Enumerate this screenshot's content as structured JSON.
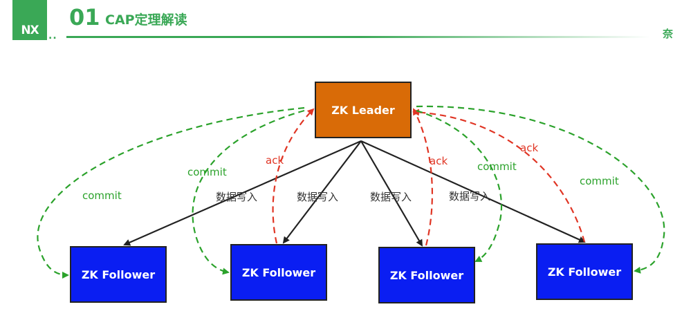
{
  "header": {
    "logo_text": "NX",
    "logo_dots": "..",
    "section_number": "01",
    "section_title": "CAP定理解读",
    "corner_char": "奈"
  },
  "diagram": {
    "leader": {
      "label": "ZK Leader"
    },
    "followers": [
      {
        "label": "ZK Follower"
      },
      {
        "label": "ZK Follower"
      },
      {
        "label": "ZK Follower"
      },
      {
        "label": "ZK Follower"
      }
    ],
    "write_label": "数据写入",
    "ack_label": "ack",
    "commit_label": "commit",
    "colors": {
      "leader_fill": "#d96b07",
      "follower_fill": "#0a1ef2",
      "write_arrow": "#222222",
      "ack_arrow": "#e03524",
      "commit_arrow": "#2ba22b",
      "accent": "#3aa856"
    }
  }
}
